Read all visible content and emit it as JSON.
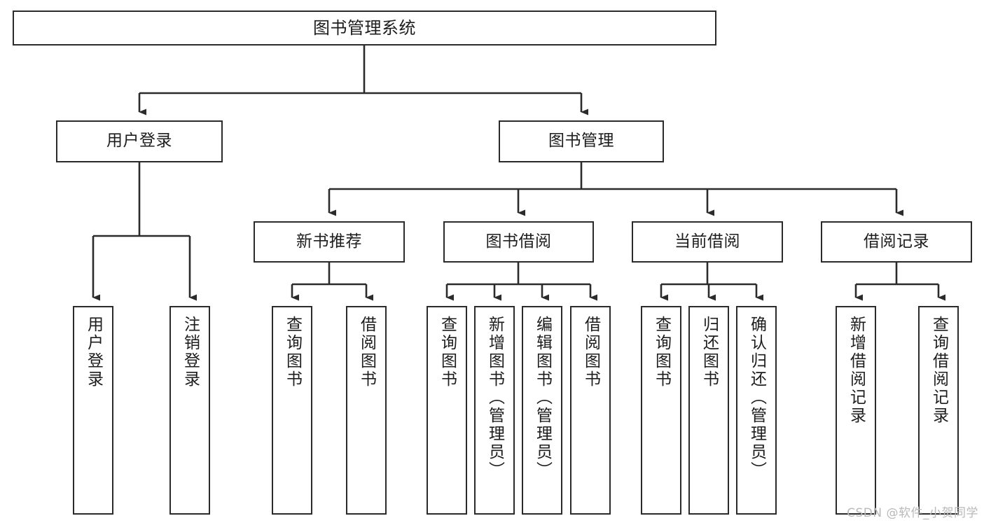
{
  "diagram": {
    "title": "图书管理系统",
    "type": "tree-hierarchy-diagram",
    "background_color": "#ffffff",
    "border_color": "#2b2b2b",
    "text_color": "#1d1d1d",
    "root": {
      "label": "图书管理系统"
    },
    "level2": [
      {
        "label": "用户登录"
      },
      {
        "label": "图书管理"
      }
    ],
    "level3": [
      {
        "label": "新书推荐"
      },
      {
        "label": "图书借阅"
      },
      {
        "label": "当前借阅"
      },
      {
        "label": "借阅记录"
      }
    ],
    "leaves": {
      "user_login": [
        {
          "label": "用户登录"
        },
        {
          "label": "注销登录"
        }
      ],
      "new_book_recommend": [
        {
          "label": "查询图书"
        },
        {
          "label": "借阅图书"
        }
      ],
      "book_borrow": [
        {
          "label": "查询图书"
        },
        {
          "label": "新增图书（管理员）"
        },
        {
          "label": "编辑图书（管理员）"
        },
        {
          "label": "借阅图书"
        }
      ],
      "current_borrow": [
        {
          "label": "查询图书"
        },
        {
          "label": "归还图书"
        },
        {
          "label": "确认归还（管理员）"
        }
      ],
      "borrow_record": [
        {
          "label": "新增借阅记录"
        },
        {
          "label": "查询借阅记录"
        }
      ]
    }
  },
  "watermark": {
    "text": "CSDN @软件_小贺同学"
  }
}
